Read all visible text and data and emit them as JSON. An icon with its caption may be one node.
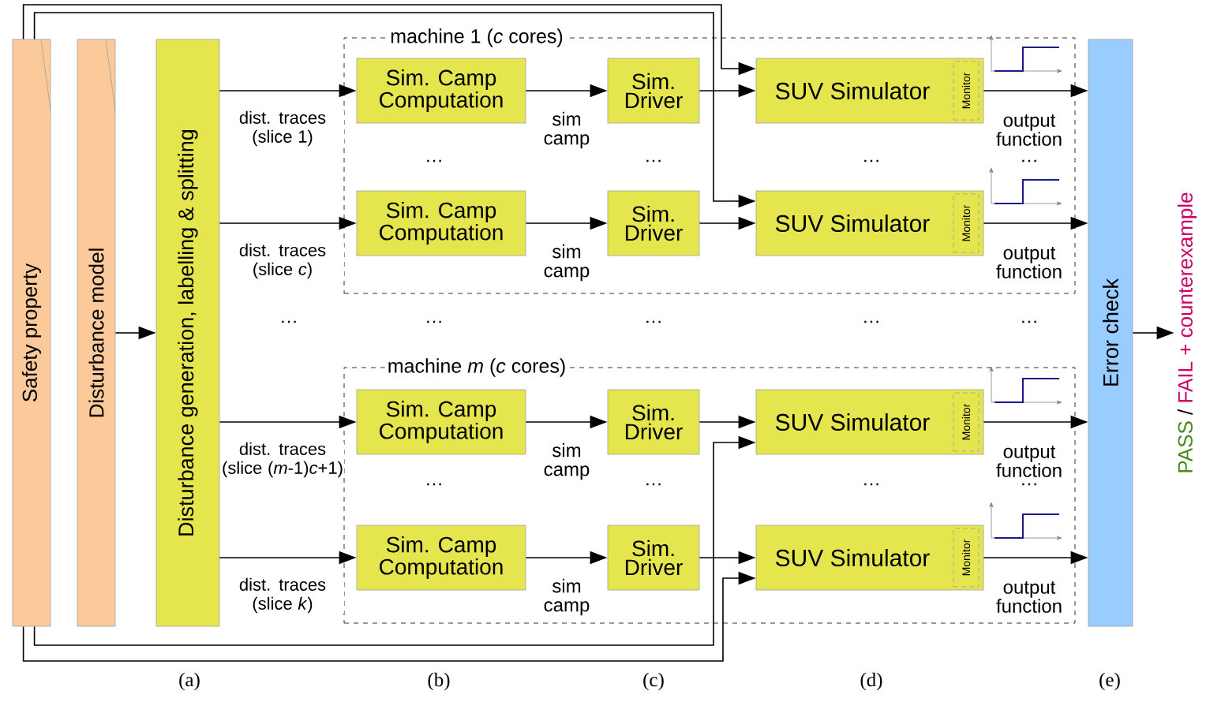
{
  "diagram": {
    "nodes": [
      {
        "text": [
          "Safety property"
        ]
      },
      {
        "text": [
          "Disturbance model"
        ]
      },
      {
        "text": [
          "Disturbance generation, labelling & splitting"
        ]
      },
      {
        "text": [
          "machine 1 (*c* cores)"
        ]
      },
      {
        "text": [
          "Sim. Camp Computation"
        ],
        "in": 3
      },
      {
        "text": [
          "Sim. Driver"
        ],
        "in": 3
      },
      {
        "text": [
          "SUV Simulator"
        ],
        "in": 3
      },
      {
        "text": [
          "Monitor"
        ],
        "in": 6
      },
      {
        "text": [
          "Sim. Camp Computation"
        ],
        "in": 3
      },
      {
        "text": [
          "Sim. Driver"
        ],
        "in": 3
      },
      {
        "text": [
          "SUV Simulator"
        ],
        "in": 3
      },
      {
        "text": [
          "Monitor"
        ],
        "in": 10
      },
      {
        "text": [
          "machine *m* (*c* cores)"
        ]
      },
      {
        "text": [
          "Sim. Camp Computation"
        ],
        "in": 12
      },
      {
        "text": [
          "Sim. Driver"
        ],
        "in": 12
      },
      {
        "text": [
          "SUV Simulator"
        ],
        "in": 12
      },
      {
        "text": [
          "Monitor"
        ],
        "in": 15
      },
      {
        "text": [
          "Sim. Camp Computation"
        ],
        "in": 12
      },
      {
        "text": [
          "Sim. Driver"
        ],
        "in": 12
      },
      {
        "text": [
          "SUV Simulator"
        ],
        "in": 12
      },
      {
        "text": [
          "Monitor"
        ],
        "in": 19
      },
      {
        "text": [
          "Error check"
        ]
      },
      {
        "text": [
          "PASS",
          "/",
          "FAIL + counterexample"
        ]
      }
    ],
    "edges": [
      {
        "from": 1,
        "to": 2,
        "arrow": "to"
      },
      {
        "from": 2,
        "to": 4,
        "arrow": "to",
        "label": "dist. traces (slice 1)"
      },
      {
        "from": 2,
        "to": 8,
        "arrow": "to",
        "label": "dist. traces (slice *c*)"
      },
      {
        "from": 2,
        "to": 13,
        "arrow": "to",
        "label": "dist. traces (slice (*m*-1)*c*+1)"
      },
      {
        "from": 2,
        "to": 17,
        "arrow": "to",
        "label": "dist. traces (slice *k*)"
      },
      {
        "from": 4,
        "to": 5,
        "arrow": "to",
        "label": "sim camp"
      },
      {
        "from": 8,
        "to": 9,
        "arrow": "to",
        "label": "sim camp"
      },
      {
        "from": 13,
        "to": 14,
        "arrow": "to",
        "label": "sim camp"
      },
      {
        "from": 17,
        "to": 18,
        "arrow": "to",
        "label": "sim camp"
      },
      {
        "from": 5,
        "to": 6,
        "arrow": "to"
      },
      {
        "from": 9,
        "to": 10,
        "arrow": "to"
      },
      {
        "from": 14,
        "to": 15,
        "arrow": "to"
      },
      {
        "from": 18,
        "to": 19,
        "arrow": "to"
      },
      {
        "from": 0,
        "to": 6,
        "arrow": "to"
      },
      {
        "from": 0,
        "to": 10,
        "arrow": "to"
      },
      {
        "from": 0,
        "to": 15,
        "arrow": "to"
      },
      {
        "from": 0,
        "to": 19,
        "arrow": "to"
      },
      {
        "from": 6,
        "to": 21,
        "arrow": "to",
        "label": "output function"
      },
      {
        "from": 10,
        "to": 21,
        "arrow": "to",
        "label": "output function"
      },
      {
        "from": 15,
        "to": 21,
        "arrow": "to",
        "label": "output function"
      },
      {
        "from": 19,
        "to": 21,
        "arrow": "to",
        "label": "output function"
      },
      {
        "from": 21,
        "to": 22,
        "arrow": "to"
      }
    ],
    "labels": [
      "…",
      "…",
      "…",
      "…",
      "…",
      "…",
      "…",
      "…",
      "…",
      "…",
      "…",
      "…",
      "…",
      "(a)",
      "(b)",
      "(c)",
      "(d)",
      "(e)"
    ]
  }
}
